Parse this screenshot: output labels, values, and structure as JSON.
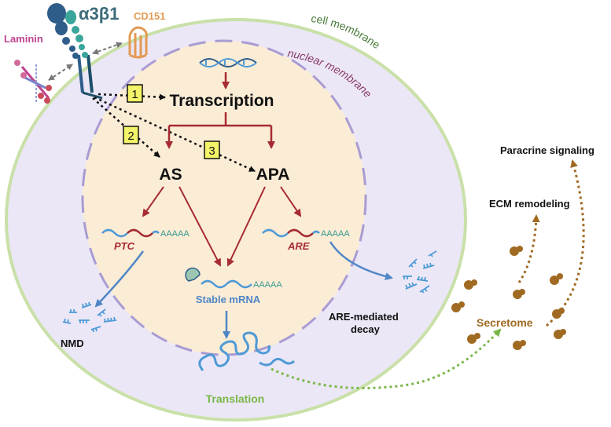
{
  "labels": {
    "integrin": "α3β1",
    "laminin": "Laminin",
    "cd151": "CD151",
    "cell_membrane": "cell membrane",
    "nuclear_membrane": "nuclear membrane",
    "transcription": "Transcription",
    "as": "AS",
    "apa": "APA",
    "step1": "1",
    "step2": "2",
    "step3": "3",
    "ptc": "PTC",
    "are": "ARE",
    "poly_a_1": "AAAAA",
    "poly_a_2": "AAAAA",
    "poly_a_3": "AAAAA",
    "stable_mrna": "Stable mRNA",
    "nmd": "NMD",
    "are_decay_line1": "ARE-mediated",
    "are_decay_line2": "decay",
    "translation": "Translation",
    "secretome": "Secretome",
    "ecm_remodeling": "ECM remodeling",
    "paracrine": "Paracrine signaling"
  },
  "colors": {
    "cell_fill": "#ebe7f6",
    "cell_stroke": "#c9e0a8",
    "nucleus_fill": "#fbecd6",
    "nucleus_stroke": "#a99cd3",
    "dark_red": "#a62b32",
    "blue_arrow": "#4f86c6",
    "rna_blue": "#4e9ad6",
    "teal_text": "#3a9a8f",
    "green_arrow": "#7ab648",
    "brown": "#a06a22",
    "laminin_pink": "#c0448f",
    "cd151_orange": "#e39a52",
    "integrin_dark": "#2f5d8a",
    "integrin_teal": "#3aa59b",
    "step_box_fill": "#f4f46a"
  }
}
